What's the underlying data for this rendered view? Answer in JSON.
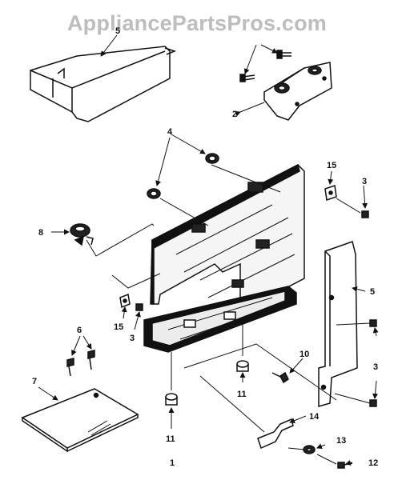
{
  "watermark": "AppliancePartsPros.com",
  "callouts": [
    {
      "id": "c-5a",
      "text": "5"
    },
    {
      "id": "c-2",
      "text": "2"
    },
    {
      "id": "c-4",
      "text": "4"
    },
    {
      "id": "c-15a",
      "text": "15"
    },
    {
      "id": "c-3a",
      "text": "3"
    },
    {
      "id": "c-8",
      "text": "8"
    },
    {
      "id": "c-5b",
      "text": "5"
    },
    {
      "id": "c-15b",
      "text": "15"
    },
    {
      "id": "c-3b",
      "text": "3"
    },
    {
      "id": "c-6",
      "text": "6"
    },
    {
      "id": "c-3c",
      "text": "3"
    },
    {
      "id": "c-7",
      "text": "7"
    },
    {
      "id": "c-10",
      "text": "10"
    },
    {
      "id": "c-11a",
      "text": "11"
    },
    {
      "id": "c-11b",
      "text": "11"
    },
    {
      "id": "c-14",
      "text": "14"
    },
    {
      "id": "c-13",
      "text": "13"
    },
    {
      "id": "c-12",
      "text": "12"
    },
    {
      "id": "c-1",
      "text": "1"
    }
  ]
}
